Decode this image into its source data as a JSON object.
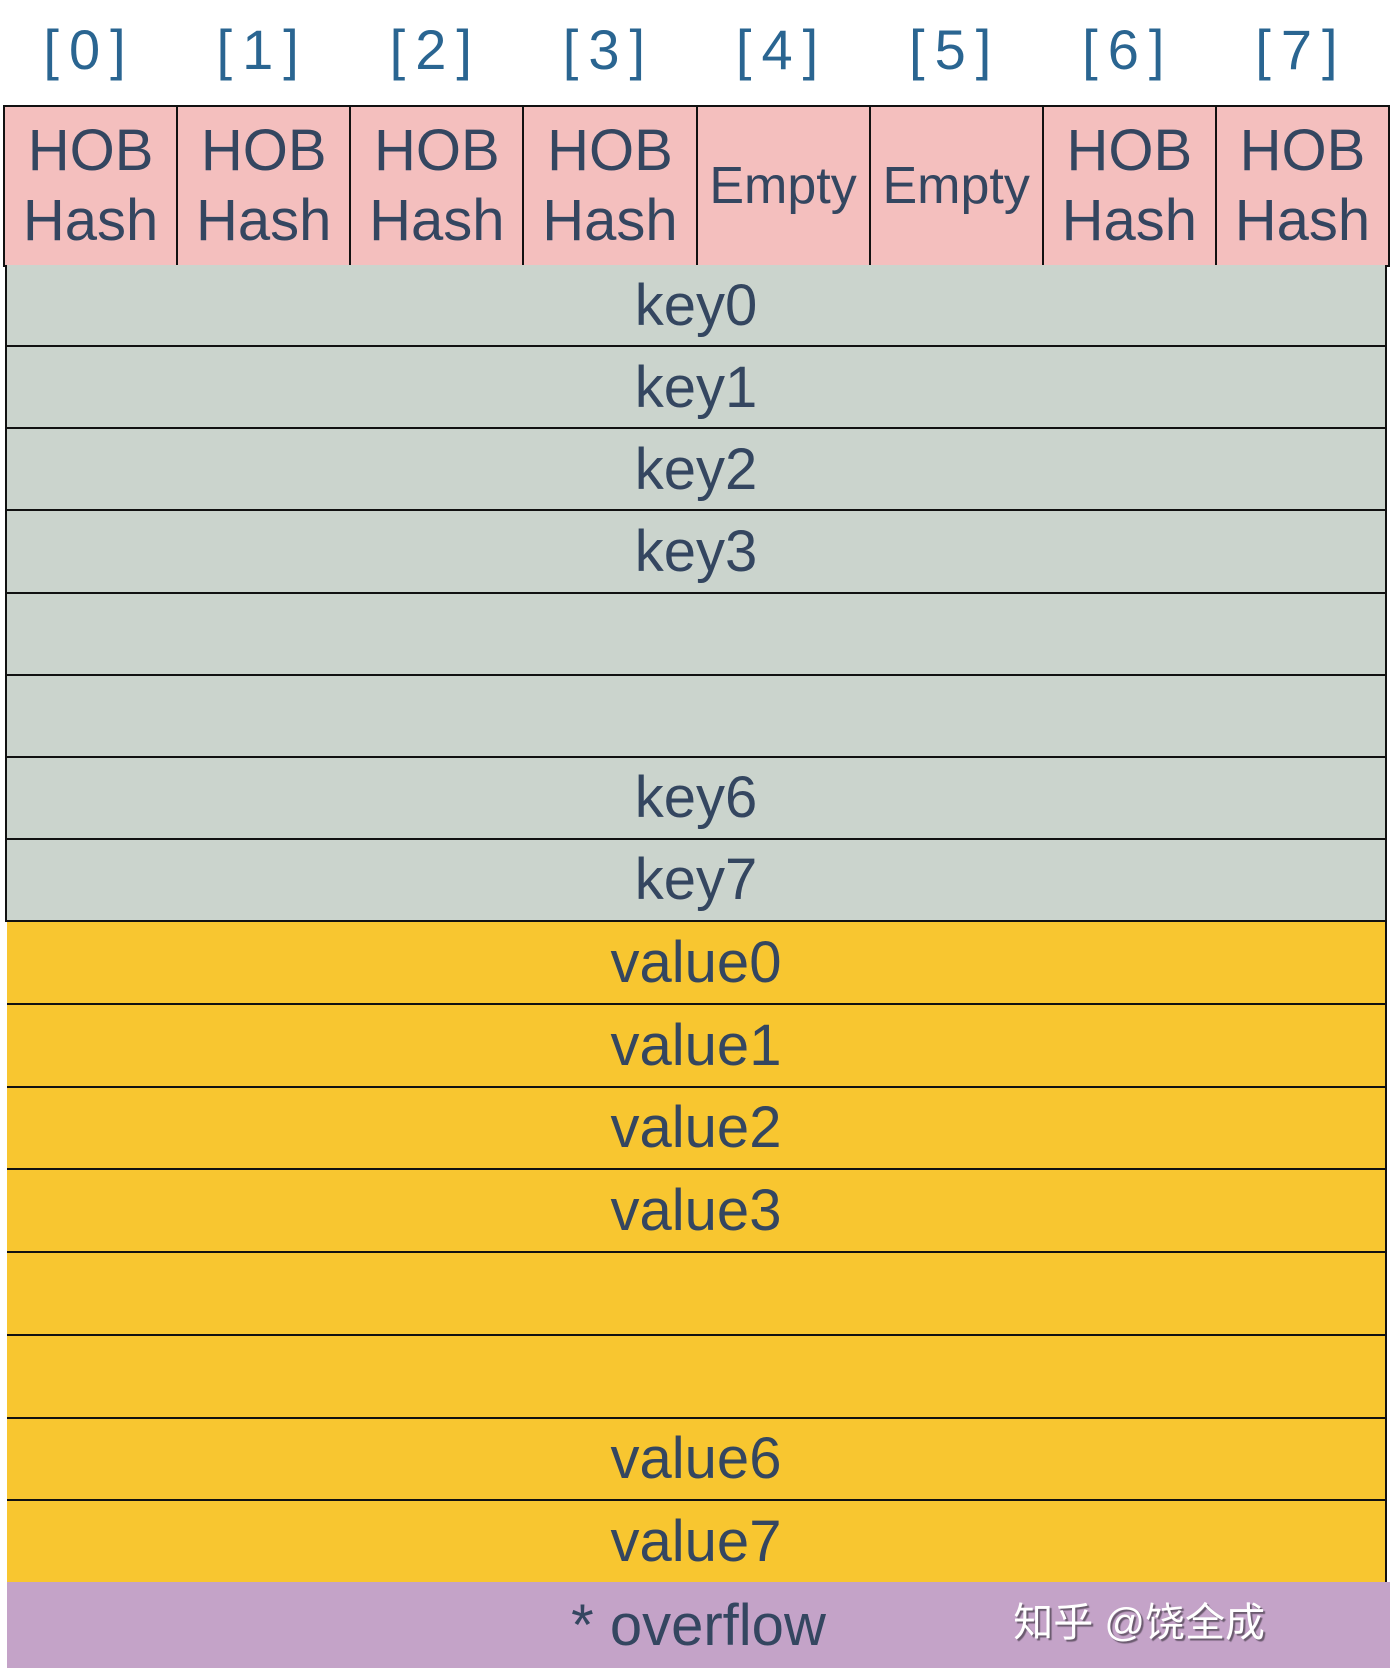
{
  "indices": [
    "[0]",
    "[1]",
    "[2]",
    "[3]",
    "[4]",
    "[5]",
    "[6]",
    "[7]"
  ],
  "tophash": [
    {
      "line1": "HOB",
      "line2": "Hash"
    },
    {
      "line1": "HOB",
      "line2": "Hash"
    },
    {
      "line1": "HOB",
      "line2": "Hash"
    },
    {
      "line1": "HOB",
      "line2": "Hash"
    },
    {
      "line1": "Empty",
      "line2": ""
    },
    {
      "line1": "Empty",
      "line2": ""
    },
    {
      "line1": "HOB",
      "line2": "Hash"
    },
    {
      "line1": "HOB",
      "line2": "Hash"
    }
  ],
  "keys": [
    "key0",
    "key1",
    "key2",
    "key3",
    "",
    "",
    "key6",
    "key7"
  ],
  "values": [
    "value0",
    "value1",
    "value2",
    "value3",
    "",
    "",
    "value6",
    "value7"
  ],
  "overflow": "* overflow",
  "watermark": "知乎 @饶全成",
  "colors": {
    "tophash": "#f4bfbe",
    "keys": "#cbd4cd",
    "values": "#f8c630",
    "overflow": "#c4a3c8",
    "text": "#344660",
    "index": "#2a6591"
  }
}
